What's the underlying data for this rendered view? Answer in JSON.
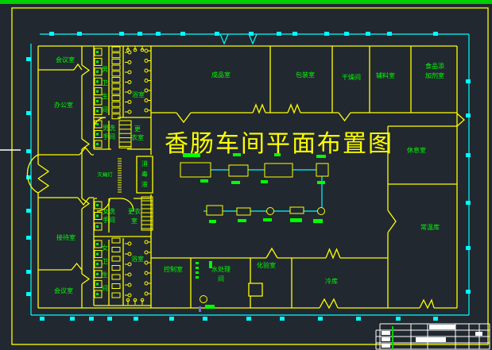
{
  "drawing": {
    "title": "香肠车间平面布置图",
    "rooms": {
      "meeting_top": "会议室",
      "office": "办公室",
      "reception": "接待室",
      "meeting_bottom": "会议室",
      "mens_toilet": "男卫生间",
      "bath_top": "浴室",
      "mens_washroom": "男洗\n手间",
      "changing_top": "更\n衣室",
      "disinfectant": "消毒液",
      "fly_lamp": "灭蝇灯",
      "womens_washroom": "女洗\n手间",
      "changing_bottom": "更衣\n室",
      "womens_toilet": "女卫生间",
      "bath_bottom": "浴室",
      "finished_product": "成品室",
      "packing": "包装室",
      "drying": "干燥间",
      "auxiliary": "辅料室",
      "additive": "食品添\n加剂室",
      "rest": "休息室",
      "ambient_storage": "常温库",
      "control": "控制室",
      "water_treatment": "水处理\n间",
      "lab": "化验室",
      "cold_storage": "冷库"
    },
    "colors": {
      "background": "#212830",
      "wall_yellow": "#ffff00",
      "dimension_cyan": "#00ffff",
      "label_green": "#00ff00",
      "top_strip_green": "#00cf00",
      "titleblock_white": "#ffffff"
    }
  }
}
